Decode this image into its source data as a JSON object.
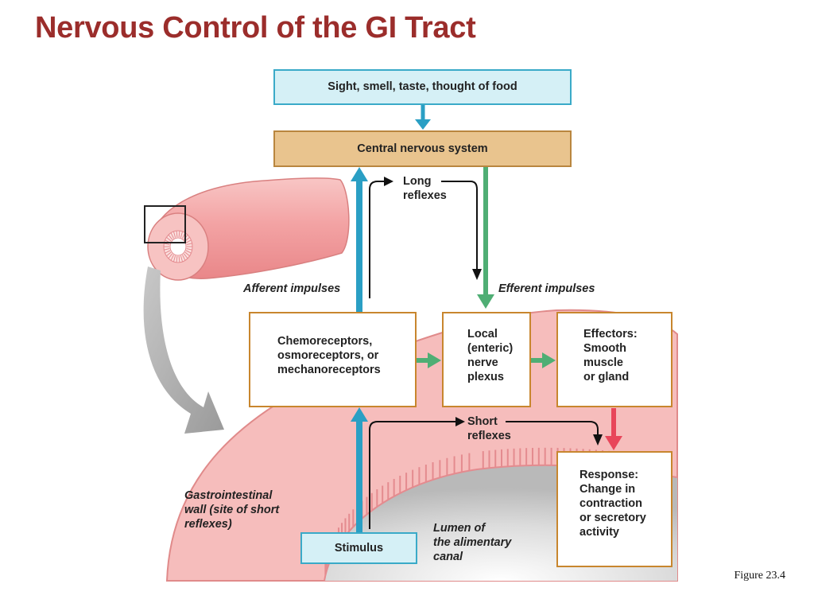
{
  "title": "Nervous Control of the GI Tract",
  "figure_label": "Figure 23.4",
  "boxes": {
    "sensory_input": "Sight, smell, taste, thought of food",
    "cns": "Central nervous system",
    "receptors": "Chemoreceptors,\nosmoreceptors, or\nmechanoreceptors",
    "enteric": "Local\n(enteric)\nnerve\nplexus",
    "effectors_head": "Effectors:",
    "effectors_body": "Smooth\nmuscle\nor gland",
    "response_head": "Response:",
    "response_body": "Change in\ncontraction\nor secretory\nactivity",
    "stimulus": "Stimulus"
  },
  "labels": {
    "long_reflexes": "Long\nreflexes",
    "short_reflexes": "Short\nreflexes",
    "afferent": "Afferent impulses",
    "efferent": "Efferent impulses",
    "gi_wall": "Gastrointestinal\nwall (site of short\nreflexes)",
    "lumen": "Lumen of\nthe alimentary\ncanal"
  },
  "colors": {
    "title": "#9b2d2b",
    "afferent_arrow": "#2a9fc4",
    "efferent_arrow": "#4fae74",
    "response_arrow": "#e8465a",
    "tissue": "#f4b3b2"
  }
}
